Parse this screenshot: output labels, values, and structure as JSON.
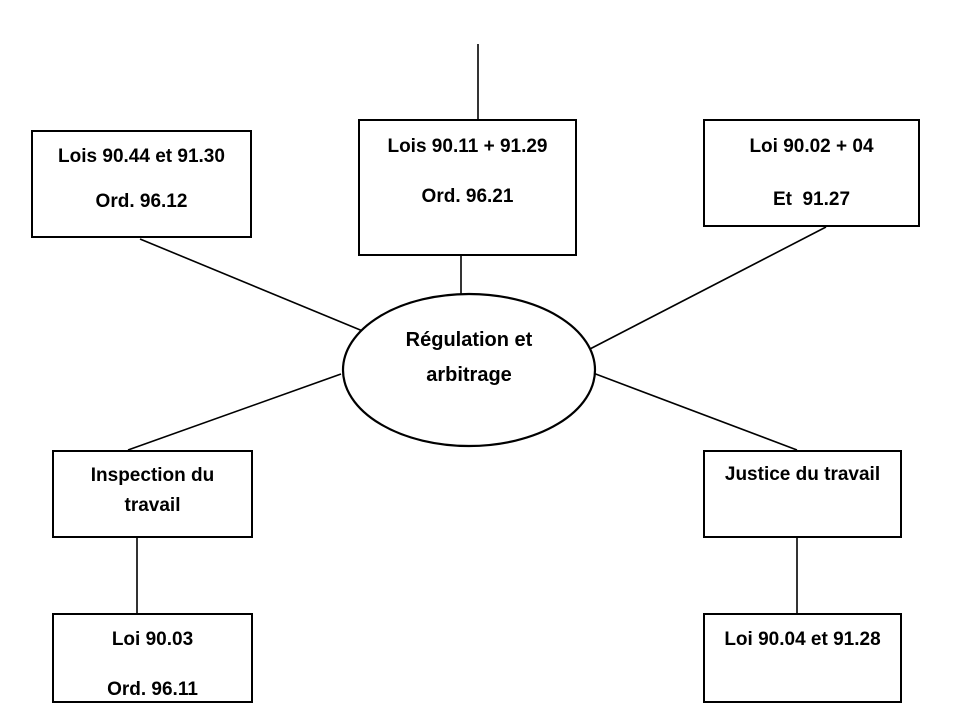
{
  "diagram": {
    "center": {
      "lines": [
        "Régulation et",
        "arbitrage"
      ]
    },
    "boxes": {
      "top_left": {
        "lines": [
          "Lois 90.44 et 91.30",
          "Ord. 96.12"
        ]
      },
      "top_center": {
        "lines": [
          "Lois 90.11 + 91.29",
          "Ord. 96.21"
        ]
      },
      "top_right": {
        "lines": [
          "Loi 90.02 + 04",
          "Et  91.27"
        ]
      },
      "inspection": {
        "lines": [
          "Inspection du",
          "travail"
        ]
      },
      "justice": {
        "lines": [
          "Justice du travail"
        ]
      },
      "loi_9003": {
        "lines": [
          "Loi 90.03",
          "Ord. 96.11"
        ]
      },
      "loi_9004": {
        "lines": [
          "Loi 90.04 et 91.28"
        ]
      }
    },
    "colors": {
      "stroke": "#000000",
      "background": "#ffffff",
      "text": "#000000"
    }
  }
}
